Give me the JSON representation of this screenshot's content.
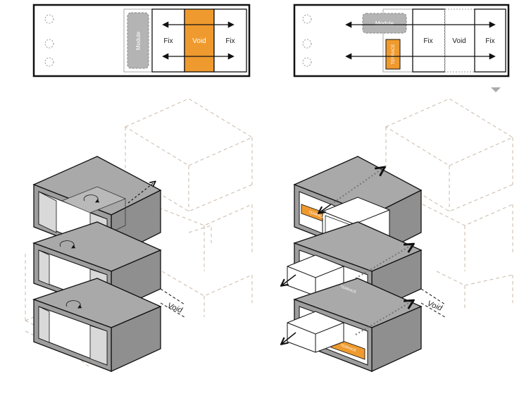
{
  "colors": {
    "accent": "#ef9a2e",
    "module_grey": "#b4b4b4",
    "box_face_front": "#9e9e9e",
    "box_face_top": "#a9a9a9",
    "box_face_side": "#8f8f8f",
    "dashed_outline": "#c9b9a9",
    "line": "#111111"
  },
  "plan_left": {
    "module_label": "Module",
    "cells": [
      "Fix",
      "Void",
      "Fix"
    ]
  },
  "plan_right": {
    "module_label": "Module",
    "terrace_label": "TERRACE",
    "cells": [
      "Fix",
      "Void",
      "Fix"
    ]
  },
  "axon_left": {
    "void_label": "Void"
  },
  "axon_right": {
    "void_label": "Void",
    "terrace_labels": [
      "TERRACE",
      "TERRACE",
      "TERRACE"
    ]
  }
}
